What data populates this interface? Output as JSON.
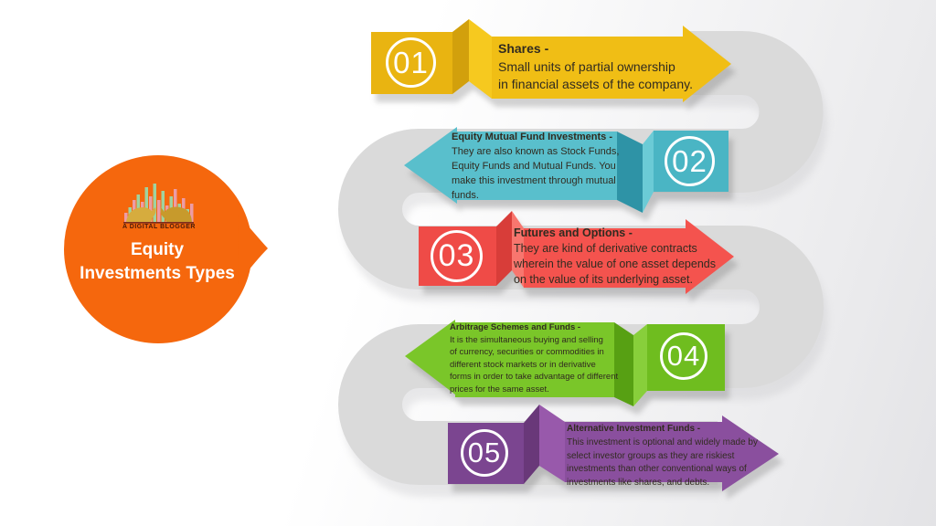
{
  "brand": {
    "caption": "A DIGITAL BLOGGER",
    "title": "Equity\nInvestments Types"
  },
  "steps": [
    {
      "number": "01",
      "title": "Shares -",
      "description": "Small units of partial ownership\nin financial assets of the company.",
      "color": "#F0BE15",
      "direction": "right"
    },
    {
      "number": "02",
      "title": "Equity Mutual Fund Investments -",
      "description": "They are also known as Stock Funds,\nEquity Funds and Mutual Funds. You\nmake this investment through mutual\nfunds.",
      "color": "#59BFCC",
      "direction": "left"
    },
    {
      "number": "03",
      "title": "Futures and Options -",
      "description": "They are kind of derivative contracts\nwherein the value of one asset depends\non the value of its underlying asset.",
      "color": "#F4534E",
      "direction": "right"
    },
    {
      "number": "04",
      "title": "Arbitrage Schemes and Funds -",
      "description": "It is the simultaneous buying and selling\nof currency, securities or commodities in\ndifferent stock markets or in derivative\nforms in order to take advantage of different\nprices for the same asset.",
      "color": "#7AC629",
      "direction": "left"
    },
    {
      "number": "05",
      "title": "Alternative Investment Funds -",
      "description": "This investment is optional and widely made by\nselect investor groups as they are riskiest\ninvestments than other conventional ways of\ninvestments like shares, and debts.",
      "color": "#8A4F9E",
      "direction": "right"
    }
  ],
  "colors": {
    "bubble_orange": "#F5670D",
    "track_gray": "#DADADA",
    "step_number_text": "#FFFFFF",
    "body_text": "#312B20"
  }
}
